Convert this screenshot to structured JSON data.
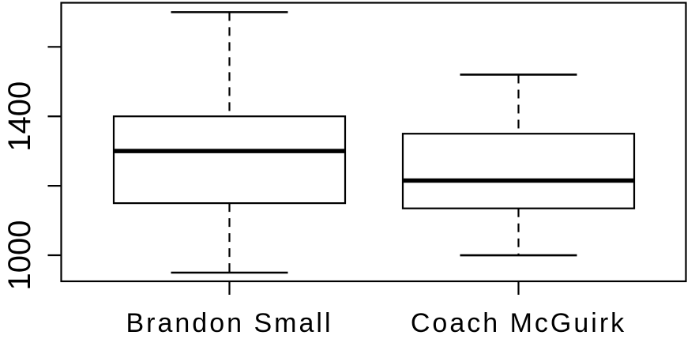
{
  "chart_data": {
    "type": "boxplot",
    "title": "",
    "xlabel": "",
    "ylabel": "",
    "categories": [
      "Brandon Small",
      "Coach McGuirk"
    ],
    "series": [
      {
        "name": "Brandon Small",
        "whisker_low": 950,
        "q1": 1150,
        "median": 1300,
        "q3": 1400,
        "whisker_high": 1700
      },
      {
        "name": "Coach McGuirk",
        "whisker_low": 1000,
        "q1": 1135,
        "median": 1215,
        "q3": 1350,
        "whisker_high": 1520
      }
    ],
    "ylim": [
      925,
      1727
    ],
    "y_ticks": [
      {
        "value": 1000,
        "label": "1000"
      },
      {
        "value": 1200,
        "label": ""
      },
      {
        "value": 1400,
        "label": "1400"
      },
      {
        "value": 1600,
        "label": ""
      }
    ],
    "grid": false,
    "legend": "none",
    "style": {
      "background": "#ffffff",
      "line_color": "#000000",
      "box_fill": "#ffffff",
      "whisker_line_style": "dashed"
    }
  }
}
